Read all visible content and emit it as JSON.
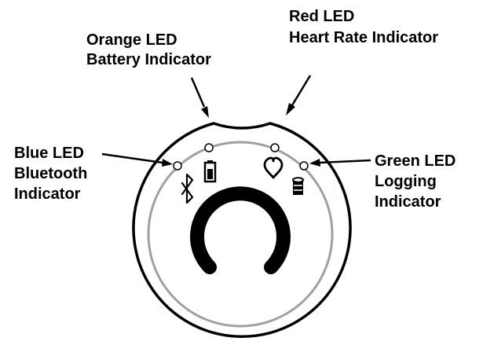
{
  "callouts": {
    "orange": {
      "line1": "Orange LED",
      "line2": "Battery Indicator"
    },
    "red": {
      "line1": "Red LED",
      "line2": "Heart Rate Indicator"
    },
    "blue": {
      "line1": "Blue LED",
      "line2": "Bluetooth",
      "line3": "Indicator"
    },
    "green": {
      "line1": "Green LED",
      "line2": "Logging",
      "line3": "Indicator"
    }
  },
  "icons": {
    "bluetooth": "bluetooth-icon",
    "battery": "battery-icon",
    "heart": "heart-icon",
    "database": "database-icon"
  },
  "colors": {
    "outline": "#000000",
    "inner_ring": "#a0a0a0",
    "background": "#ffffff"
  }
}
